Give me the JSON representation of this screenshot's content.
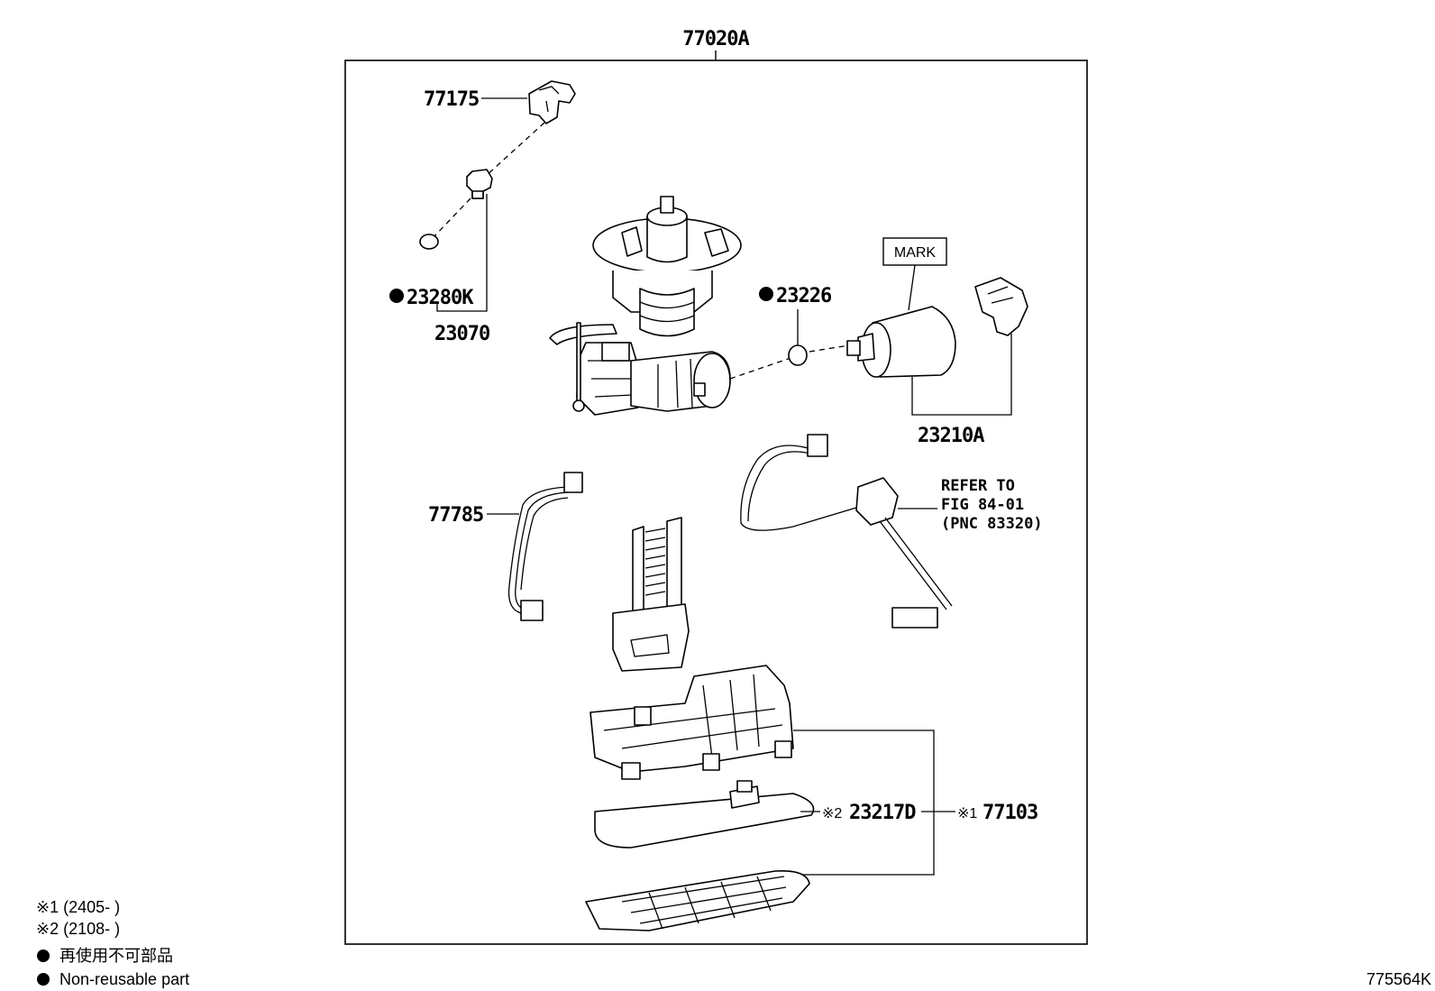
{
  "assembly_number": "77020A",
  "drawing_number": "775564K",
  "callouts": {
    "p77175": "77175",
    "p23280k": "23280K",
    "p23070": "23070",
    "p23226": "23226",
    "mark": "MARK",
    "p23210a": "23210A",
    "p77785": "77785",
    "refer_line1": "REFER TO",
    "refer_line2": "FIG 84-01",
    "refer_line3": "(PNC 83320)",
    "p23217d": "23217D",
    "p23217d_note": "※2",
    "p77103": "77103",
    "p77103_note": "※1"
  },
  "legend": {
    "note1": "※1 (2405-      )",
    "note2": "※2 (2108-     )",
    "nonreusable_jp": "再使用不可部品",
    "nonreusable_en": "Non-reusable part"
  }
}
